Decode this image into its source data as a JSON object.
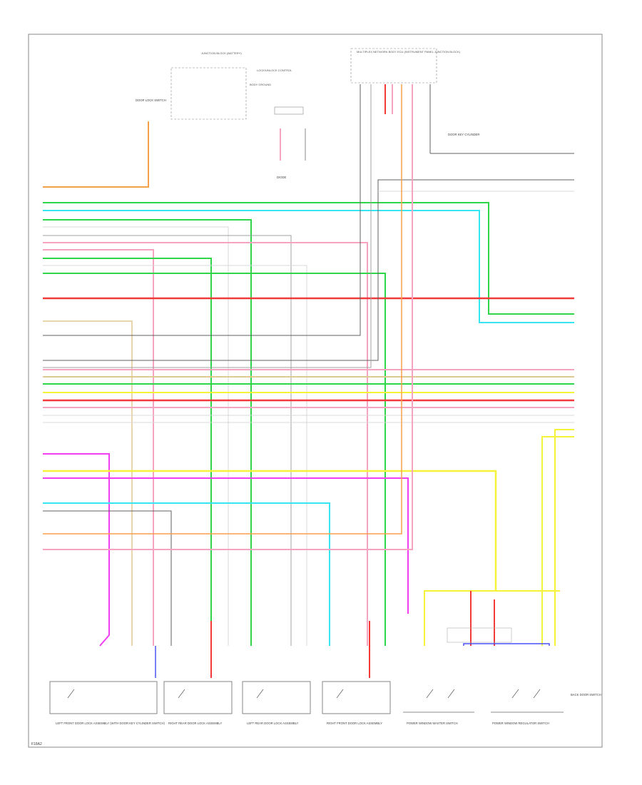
{
  "diagram": {
    "footer_code": "F18A2",
    "top_labels": {
      "junction_block": "JUNCTION BLOCK (BATTERY)",
      "lock_unlock_box": "LOCK/UNLOCK CONTROL",
      "ground_label": "BODY GROUND",
      "ecu_box": "MULTIPLEX NETWORK BODY ECU (INSTRUMENT PANEL JUNCTION BLOCK)"
    },
    "middle_labels": {
      "door_lock_sw": "DOOR LOCK SWITCH",
      "diode": "DIODE",
      "key_cylinder": "DOOR KEY CYLINDER"
    },
    "wire_colors": {
      "orange": "#f7a04a",
      "green": "#2fd64a",
      "cyan": "#35e6f2",
      "pink": "#f5a3c0",
      "red": "#f23a3a",
      "yellow": "#f5f23a",
      "magenta": "#f03ff0",
      "blue": "#4a52f5",
      "gray": "#9a9a9a",
      "dark": "#606060",
      "tan": "#e0c890"
    },
    "bottom_components": [
      "LEFT FRONT DOOR LOCK ASSEMBLY (WITH DOOR KEY CYLINDER SWITCH)",
      "RIGHT REAR DOOR LOCK ASSEMBLY",
      "LEFT REAR DOOR LOCK ASSEMBLY",
      "RIGHT FRONT DOOR LOCK ASSEMBLY",
      "POWER WINDOW MASTER SWITCH",
      "POWER WINDOW REGULATOR SWITCH",
      "BACK DOOR SWITCH"
    ]
  }
}
